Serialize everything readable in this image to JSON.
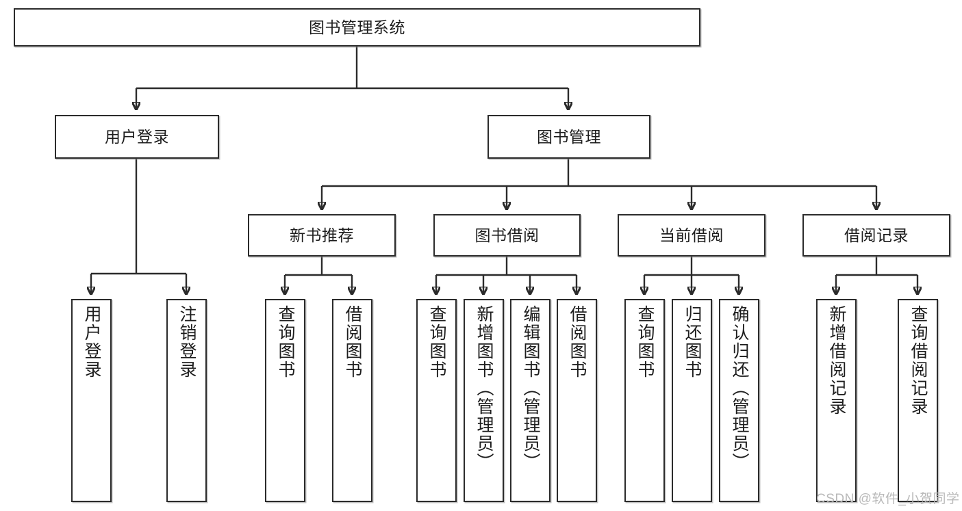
{
  "diagram": {
    "type": "tree-hierarchy-chart",
    "title": "图书管理系统",
    "root": {
      "label": "图书管理系统"
    },
    "level2": [
      {
        "label": "用户登录"
      },
      {
        "label": "图书管理"
      }
    ],
    "level3": [
      {
        "label": "新书推荐"
      },
      {
        "label": "图书借阅"
      },
      {
        "label": "当前借阅"
      },
      {
        "label": "借阅记录"
      }
    ],
    "leaves": {
      "user_login": [
        {
          "label": "用户登录"
        },
        {
          "label": "注销登录"
        }
      ],
      "new_book_recommend": [
        {
          "label": "查询图书"
        },
        {
          "label": "借阅图书"
        }
      ],
      "book_borrow": [
        {
          "label": "查询图书"
        },
        {
          "label": "新增图书（管理员）"
        },
        {
          "label": "编辑图书（管理员）"
        },
        {
          "label": "借阅图书"
        }
      ],
      "current_borrow": [
        {
          "label": "查询图书"
        },
        {
          "label": "归还图书"
        },
        {
          "label": "确认归还（管理员）"
        }
      ],
      "borrow_record": [
        {
          "label": "新增借阅记录"
        },
        {
          "label": "查询借阅记录"
        }
      ]
    }
  },
  "watermark": {
    "text": "CSDN @软件_小贺同学"
  },
  "colors": {
    "border": "#2b2b2b",
    "background": "#ffffff",
    "text": "#1d1d1d",
    "watermark": "#b9b9b9"
  }
}
